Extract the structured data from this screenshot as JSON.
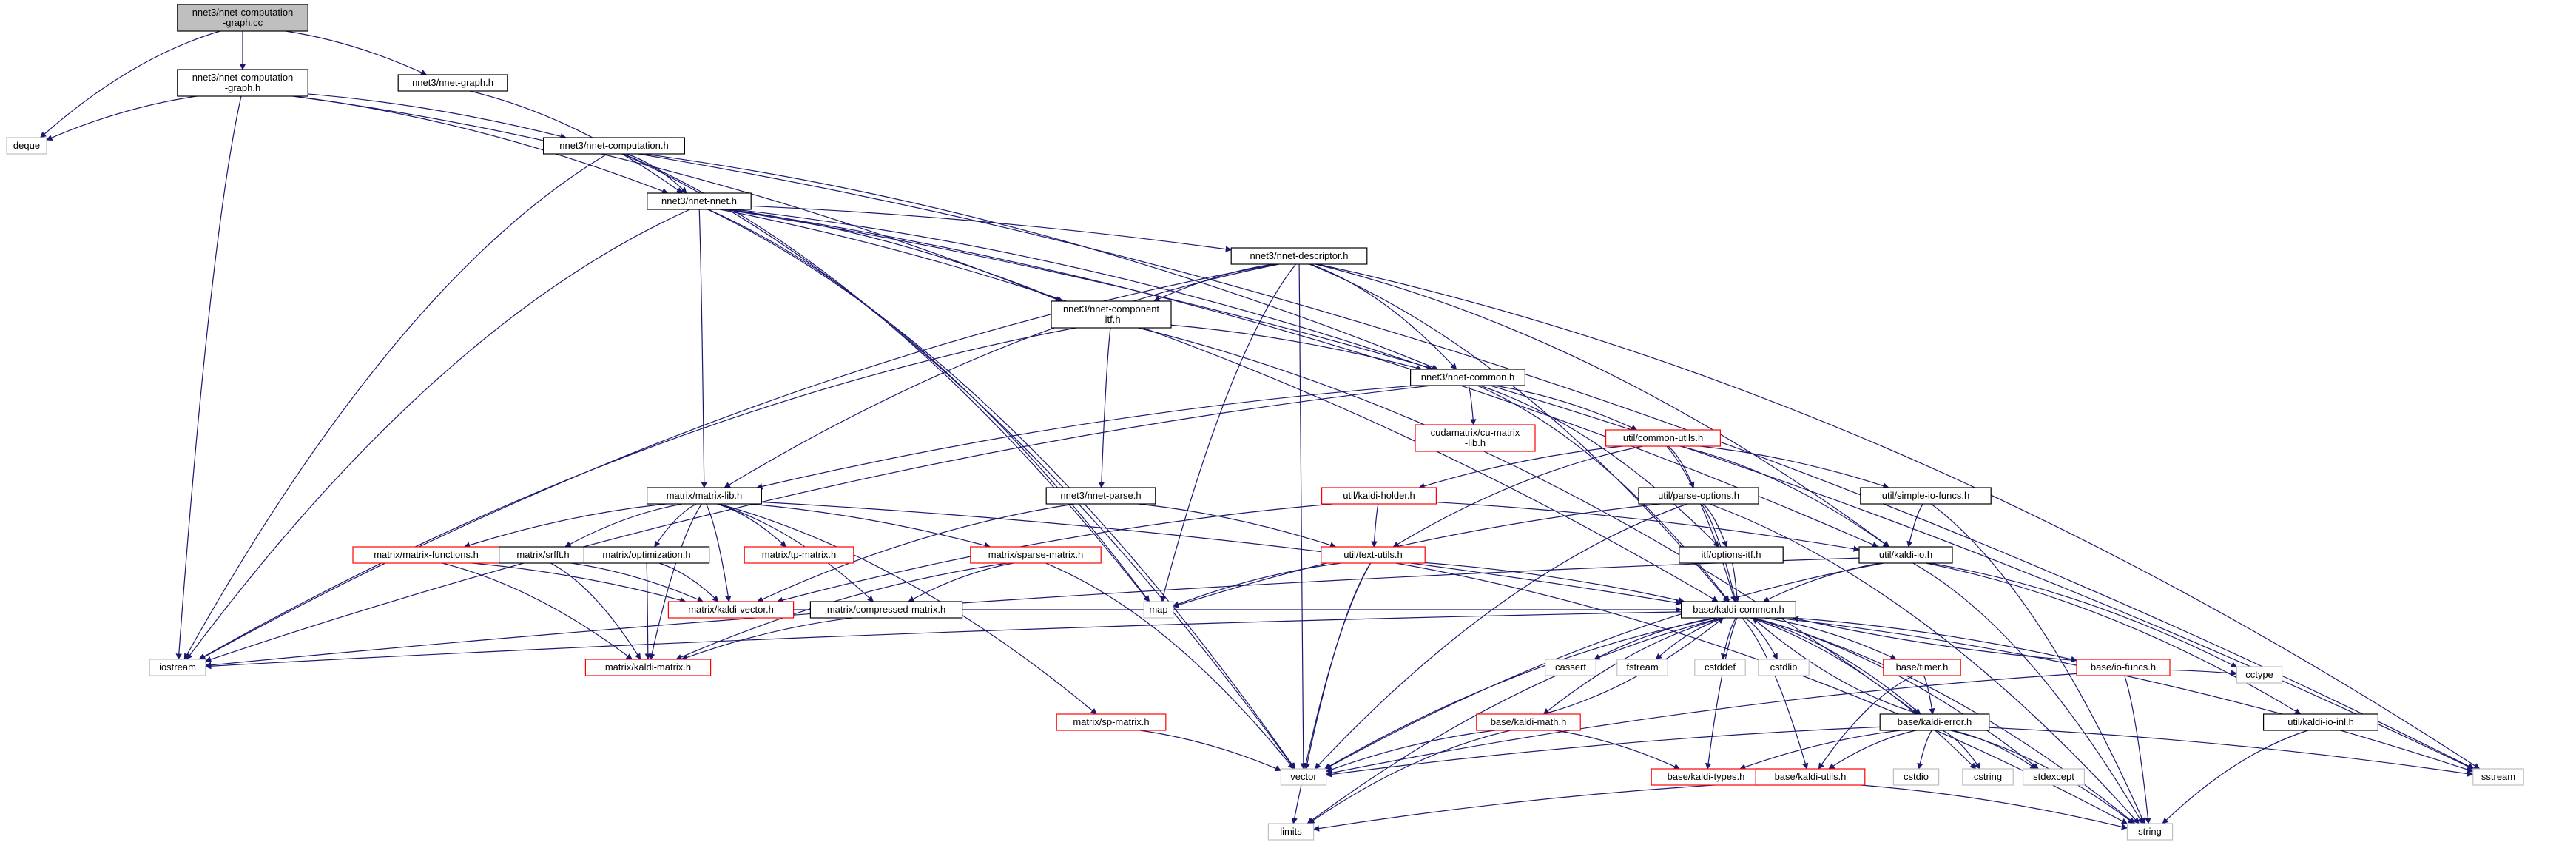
{
  "diagram": {
    "style": {
      "edge_color": "#191970",
      "root_fill": "#bfbfbf",
      "default_border": "#000000",
      "error_border": "#ff0000",
      "external_border": "#bfbfbf",
      "background": "#ffffff"
    },
    "nodes": [
      {
        "id": "root",
        "label": "nnet3/nnet-computation\n-graph.cc",
        "kind": "root"
      },
      {
        "id": "cgh",
        "label": "nnet3/nnet-computation\n-graph.h",
        "kind": "default"
      },
      {
        "id": "ngraph",
        "label": "nnet3/nnet-graph.h",
        "kind": "default"
      },
      {
        "id": "deque",
        "label": "deque",
        "kind": "external"
      },
      {
        "id": "comp",
        "label": "nnet3/nnet-computation.h",
        "kind": "default"
      },
      {
        "id": "nnet",
        "label": "nnet3/nnet-nnet.h",
        "kind": "default"
      },
      {
        "id": "desc",
        "label": "nnet3/nnet-descriptor.h",
        "kind": "default"
      },
      {
        "id": "compitf",
        "label": "nnet3/nnet-component\n-itf.h",
        "kind": "default"
      },
      {
        "id": "common",
        "label": "nnet3/nnet-common.h",
        "kind": "default"
      },
      {
        "id": "cumatrix",
        "label": "cudamatrix/cu-matrix\n-lib.h",
        "kind": "error"
      },
      {
        "id": "cutils",
        "label": "util/common-utils.h",
        "kind": "error"
      },
      {
        "id": "mlib",
        "label": "matrix/matrix-lib.h",
        "kind": "default"
      },
      {
        "id": "parse",
        "label": "nnet3/nnet-parse.h",
        "kind": "default"
      },
      {
        "id": "holder",
        "label": "util/kaldi-holder.h",
        "kind": "error"
      },
      {
        "id": "popts",
        "label": "util/parse-options.h",
        "kind": "default"
      },
      {
        "id": "siof",
        "label": "util/simple-io-funcs.h",
        "kind": "default"
      },
      {
        "id": "mfunc",
        "label": "matrix/matrix-functions.h",
        "kind": "error"
      },
      {
        "id": "srfft",
        "label": "matrix/srfft.h",
        "kind": "default"
      },
      {
        "id": "optim",
        "label": "matrix/optimization.h",
        "kind": "default"
      },
      {
        "id": "tpm",
        "label": "matrix/tp-matrix.h",
        "kind": "error"
      },
      {
        "id": "sparse",
        "label": "matrix/sparse-matrix.h",
        "kind": "error"
      },
      {
        "id": "textu",
        "label": "util/text-utils.h",
        "kind": "error"
      },
      {
        "id": "optsitf",
        "label": "itf/options-itf.h",
        "kind": "default"
      },
      {
        "id": "kio",
        "label": "util/kaldi-io.h",
        "kind": "default"
      },
      {
        "id": "kvec",
        "label": "matrix/kaldi-vector.h",
        "kind": "error"
      },
      {
        "id": "compm",
        "label": "matrix/compressed-matrix.h",
        "kind": "default"
      },
      {
        "id": "map",
        "label": "map",
        "kind": "external"
      },
      {
        "id": "kcommon",
        "label": "base/kaldi-common.h",
        "kind": "default"
      },
      {
        "id": "iostream",
        "label": "iostream",
        "kind": "external"
      },
      {
        "id": "kmat",
        "label": "matrix/kaldi-matrix.h",
        "kind": "error"
      },
      {
        "id": "cassert",
        "label": "cassert",
        "kind": "external"
      },
      {
        "id": "fstream",
        "label": "fstream",
        "kind": "external"
      },
      {
        "id": "cstddef",
        "label": "cstddef",
        "kind": "external"
      },
      {
        "id": "cstdlib",
        "label": "cstdlib",
        "kind": "external"
      },
      {
        "id": "timer",
        "label": "base/timer.h",
        "kind": "error"
      },
      {
        "id": "iofuncs",
        "label": "base/io-funcs.h",
        "kind": "error"
      },
      {
        "id": "cctype",
        "label": "cctype",
        "kind": "external"
      },
      {
        "id": "kioinl",
        "label": "util/kaldi-io-inl.h",
        "kind": "default"
      },
      {
        "id": "spm",
        "label": "matrix/sp-matrix.h",
        "kind": "error"
      },
      {
        "id": "kmath",
        "label": "base/kaldi-math.h",
        "kind": "error"
      },
      {
        "id": "kerror",
        "label": "base/kaldi-error.h",
        "kind": "default"
      },
      {
        "id": "vector",
        "label": "vector",
        "kind": "external"
      },
      {
        "id": "cstdio",
        "label": "cstdio",
        "kind": "external"
      },
      {
        "id": "cstring",
        "label": "cstring",
        "kind": "external"
      },
      {
        "id": "stdexcept",
        "label": "stdexcept",
        "kind": "external"
      },
      {
        "id": "sstream",
        "label": "sstream",
        "kind": "external"
      },
      {
        "id": "ktypes",
        "label": "base/kaldi-types.h",
        "kind": "error"
      },
      {
        "id": "kutils",
        "label": "base/kaldi-utils.h",
        "kind": "error"
      },
      {
        "id": "limits",
        "label": "limits",
        "kind": "external"
      },
      {
        "id": "string",
        "label": "string",
        "kind": "external"
      }
    ],
    "edges": [
      [
        "root",
        "cgh"
      ],
      [
        "root",
        "ngraph"
      ],
      [
        "root",
        "deque"
      ],
      [
        "cgh",
        "deque"
      ],
      [
        "cgh",
        "comp"
      ],
      [
        "cgh",
        "nnet"
      ],
      [
        "cgh",
        "iostream"
      ],
      [
        "cgh",
        "compitf"
      ],
      [
        "ngraph",
        "nnet"
      ],
      [
        "comp",
        "nnet"
      ],
      [
        "comp",
        "common"
      ],
      [
        "comp",
        "iostream"
      ],
      [
        "comp",
        "sstream"
      ],
      [
        "comp",
        "vector"
      ],
      [
        "comp",
        "map"
      ],
      [
        "nnet",
        "desc"
      ],
      [
        "nnet",
        "compitf"
      ],
      [
        "nnet",
        "common"
      ],
      [
        "nnet",
        "mlib"
      ],
      [
        "nnet",
        "iostream"
      ],
      [
        "nnet",
        "vector"
      ],
      [
        "nnet",
        "map"
      ],
      [
        "nnet",
        "kio"
      ],
      [
        "nnet",
        "sstream"
      ],
      [
        "nnet",
        "kcommon"
      ],
      [
        "desc",
        "compitf"
      ],
      [
        "desc",
        "common"
      ],
      [
        "desc",
        "mlib"
      ],
      [
        "desc",
        "map"
      ],
      [
        "desc",
        "vector"
      ],
      [
        "desc",
        "kcommon"
      ],
      [
        "desc",
        "iostream"
      ],
      [
        "desc",
        "sstream"
      ],
      [
        "desc",
        "kio"
      ],
      [
        "compitf",
        "common"
      ],
      [
        "compitf",
        "parse"
      ],
      [
        "compitf",
        "iostream"
      ],
      [
        "compitf",
        "kerror"
      ],
      [
        "common",
        "cumatrix"
      ],
      [
        "common",
        "cutils"
      ],
      [
        "common",
        "mlib"
      ],
      [
        "common",
        "kcommon"
      ],
      [
        "common",
        "optsitf"
      ],
      [
        "common",
        "iostream"
      ],
      [
        "cutils",
        "holder"
      ],
      [
        "cutils",
        "popts"
      ],
      [
        "cutils",
        "siof"
      ],
      [
        "cutils",
        "kio"
      ],
      [
        "cutils",
        "textu"
      ],
      [
        "cutils",
        "kcommon"
      ],
      [
        "mlib",
        "mfunc"
      ],
      [
        "mlib",
        "srfft"
      ],
      [
        "mlib",
        "optim"
      ],
      [
        "mlib",
        "tpm"
      ],
      [
        "mlib",
        "sparse"
      ],
      [
        "mlib",
        "kvec"
      ],
      [
        "mlib",
        "compm"
      ],
      [
        "mlib",
        "kmat"
      ],
      [
        "mlib",
        "spm"
      ],
      [
        "mlib",
        "kcommon"
      ],
      [
        "parse",
        "textu"
      ],
      [
        "parse",
        "kvec"
      ],
      [
        "holder",
        "textu"
      ],
      [
        "holder",
        "kio"
      ],
      [
        "holder",
        "kvec"
      ],
      [
        "popts",
        "optsitf"
      ],
      [
        "popts",
        "kcommon"
      ],
      [
        "popts",
        "map"
      ],
      [
        "popts",
        "vector"
      ],
      [
        "popts",
        "string"
      ],
      [
        "siof",
        "kio"
      ],
      [
        "siof",
        "string"
      ],
      [
        "mfunc",
        "kvec"
      ],
      [
        "mfunc",
        "kmat"
      ],
      [
        "srfft",
        "kvec"
      ],
      [
        "srfft",
        "kmat"
      ],
      [
        "optim",
        "kvec"
      ],
      [
        "optim",
        "kmat"
      ],
      [
        "sparse",
        "compm"
      ],
      [
        "sparse",
        "kmat"
      ],
      [
        "sparse",
        "vector"
      ],
      [
        "textu",
        "kcommon"
      ],
      [
        "textu",
        "map"
      ],
      [
        "textu",
        "vector"
      ],
      [
        "textu",
        "limits"
      ],
      [
        "textu",
        "string"
      ],
      [
        "optsitf",
        "kcommon"
      ],
      [
        "kio",
        "kcommon"
      ],
      [
        "kio",
        "kioinl"
      ],
      [
        "kio",
        "cctype"
      ],
      [
        "kio",
        "string"
      ],
      [
        "kio",
        "vector"
      ],
      [
        "kio",
        "iostream"
      ],
      [
        "kvec",
        "kcommon"
      ],
      [
        "compm",
        "kmat"
      ],
      [
        "kcommon",
        "cassert"
      ],
      [
        "kcommon",
        "fstream"
      ],
      [
        "kcommon",
        "cstddef"
      ],
      [
        "kcommon",
        "cstdlib"
      ],
      [
        "kcommon",
        "timer"
      ],
      [
        "kcommon",
        "iofuncs"
      ],
      [
        "kcommon",
        "kmath"
      ],
      [
        "kcommon",
        "kerror"
      ],
      [
        "kcommon",
        "vector"
      ],
      [
        "kcommon",
        "ktypes"
      ],
      [
        "kcommon",
        "kutils"
      ],
      [
        "kcommon",
        "limits"
      ],
      [
        "kcommon",
        "string"
      ],
      [
        "kcommon",
        "cstring"
      ],
      [
        "kcommon",
        "stdexcept"
      ],
      [
        "kcommon",
        "sstream"
      ],
      [
        "kcommon",
        "iostream"
      ],
      [
        "timer",
        "kerror"
      ],
      [
        "timer",
        "kutils"
      ],
      [
        "iofuncs",
        "cctype"
      ],
      [
        "iofuncs",
        "string"
      ],
      [
        "iofuncs",
        "vector"
      ],
      [
        "kioinl",
        "string"
      ],
      [
        "spm",
        "vector"
      ],
      [
        "kmath",
        "vector"
      ],
      [
        "kmath",
        "ktypes"
      ],
      [
        "kmath",
        "limits"
      ],
      [
        "kmath",
        "kcommon"
      ],
      [
        "kerror",
        "vector"
      ],
      [
        "kerror",
        "cstdio"
      ],
      [
        "kerror",
        "cstring"
      ],
      [
        "kerror",
        "stdexcept"
      ],
      [
        "kerror",
        "sstream"
      ],
      [
        "kerror",
        "string"
      ],
      [
        "kerror",
        "ktypes"
      ],
      [
        "kerror",
        "kutils"
      ],
      [
        "kerror",
        "kcommon"
      ],
      [
        "kutils",
        "limits"
      ],
      [
        "kutils",
        "string"
      ],
      [
        "iofuncs",
        "kcommon"
      ]
    ]
  }
}
